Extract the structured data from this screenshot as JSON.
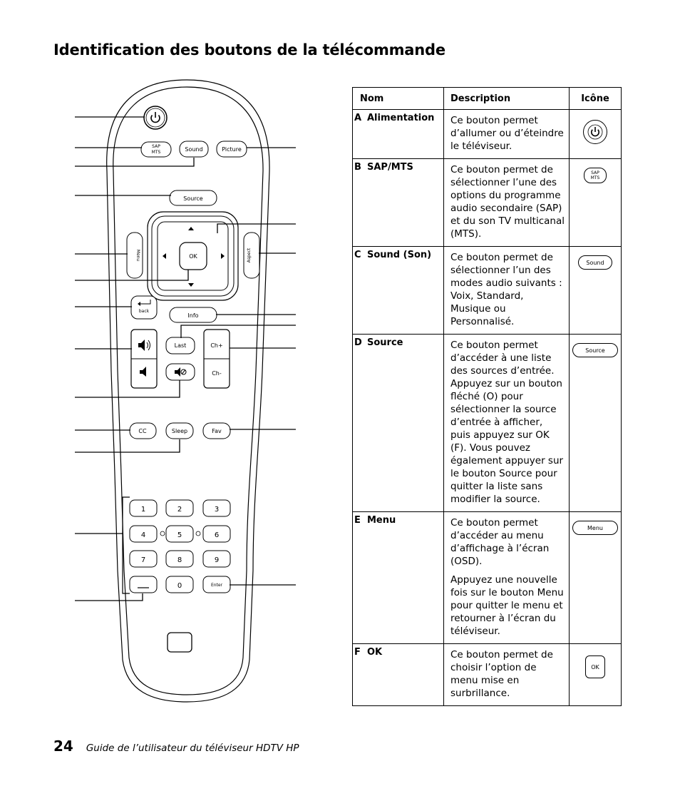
{
  "page_title": "Identification des boutons de la télécommande",
  "remote": {
    "buttons": {
      "sap": "SAP",
      "mts": "MTS",
      "sound": "Sound",
      "picture": "Picture",
      "source": "Source",
      "menu": "Menu",
      "aspect": "Aspect",
      "ok": "OK",
      "back": "back",
      "info": "Info",
      "last": "Last",
      "ch_up": "Ch+",
      "ch_down": "Ch-",
      "cc": "CC",
      "sleep": "Sleep",
      "fav": "Fav",
      "enter": "Enter",
      "digits": [
        "1",
        "2",
        "3",
        "4",
        "5",
        "6",
        "7",
        "8",
        "9",
        "0"
      ]
    }
  },
  "table": {
    "headers": {
      "name": "Nom",
      "description": "Description",
      "icon": "Icône"
    },
    "rows": [
      {
        "letter": "A",
        "name": "Alimentation",
        "description": [
          "Ce bouton permet d’allumer ou d’éteindre le téléviseur."
        ],
        "icon": "power-icon"
      },
      {
        "letter": "B",
        "name": "SAP/MTS",
        "description": [
          "Ce bouton permet de sélectionner l’une des options du programme audio secondaire (SAP) et du son TV multicanal (MTS)."
        ],
        "icon": "sap-mts-icon",
        "icon_line1": "SAP",
        "icon_line2": "MTS"
      },
      {
        "letter": "C",
        "name": "Sound (Son)",
        "description": [
          "Ce bouton permet de sélectionner l’un des modes audio suivants : Voix, Standard, Musique ou Personnalisé."
        ],
        "icon": "sound-icon",
        "icon_label": "Sound"
      },
      {
        "letter": "D",
        "name": "Source",
        "description": [
          "Ce bouton permet d’accéder à une liste des sources d’entrée. Appuyez sur un bouton fléché (O) pour sélectionner la source d’entrée à afficher, puis appuyez sur OK (F). Vous pouvez également appuyer sur le bouton Source pour quitter la liste sans modifier la source."
        ],
        "icon": "source-icon",
        "icon_label": "Source"
      },
      {
        "letter": "E",
        "name": "Menu",
        "description": [
          "Ce bouton permet d’accéder au menu d’affichage à l’écran (OSD).",
          "Appuyez une nouvelle fois sur le bouton Menu pour quitter le menu et retourner à l’écran du téléviseur."
        ],
        "icon": "menu-icon",
        "icon_label": "Menu"
      },
      {
        "letter": "F",
        "name": "OK",
        "description": [
          "Ce bouton permet de choisir l’option de menu mise en surbrillance."
        ],
        "icon": "ok-icon",
        "icon_label": "OK"
      }
    ]
  },
  "footer": {
    "page_number": "24",
    "guide_title": "Guide de l’utilisateur du téléviseur HDTV HP"
  }
}
